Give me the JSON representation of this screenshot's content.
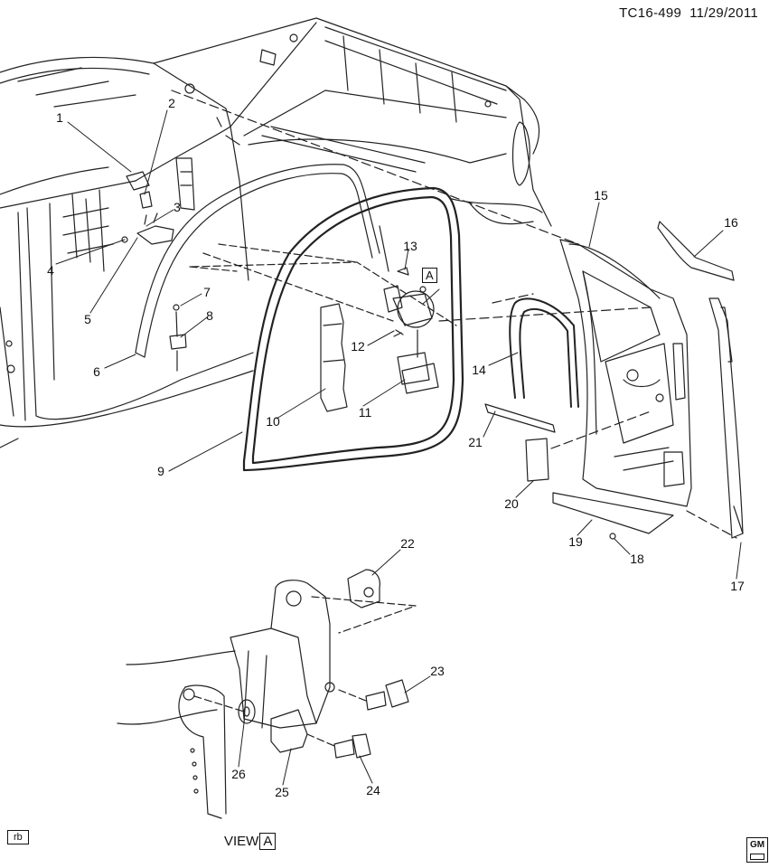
{
  "header": {
    "drawing_id": "TC16-499",
    "date": "11/29/2011"
  },
  "callouts": [
    "1",
    "2",
    "3",
    "4",
    "5",
    "6",
    "7",
    "8",
    "9",
    "10",
    "11",
    "12",
    "13",
    "14",
    "15",
    "16",
    "17",
    "18",
    "19",
    "20",
    "21",
    "22",
    "23",
    "24",
    "25",
    "26"
  ],
  "detail_marker": "A",
  "footer": {
    "rb_tag": "rb",
    "view_label": "VIEW",
    "view_letter": "A",
    "logo_text": "GM"
  }
}
